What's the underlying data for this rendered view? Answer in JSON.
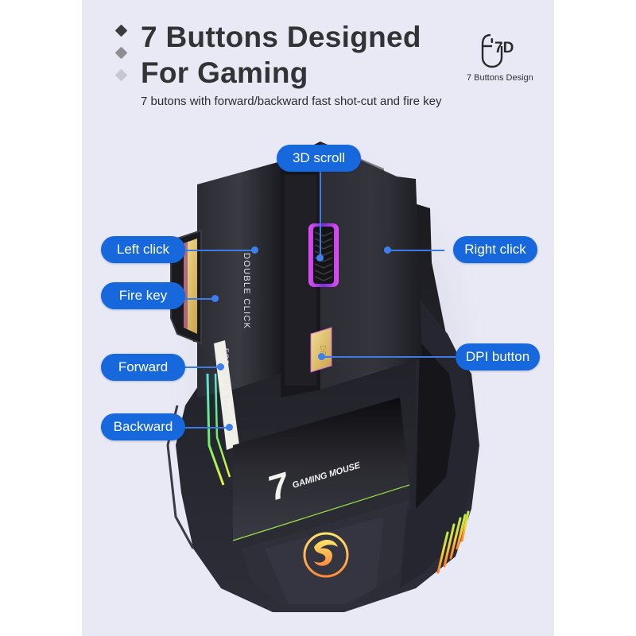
{
  "header": {
    "title_line1": "7 Buttons Designed",
    "title_line2": "For Gaming",
    "subtitle": "7 butons with forward/backward fast shot-cut and fire key",
    "bullet_colors": [
      "#3c3c3e",
      "#8d8d92",
      "#c6c7cf"
    ]
  },
  "badge": {
    "icon": "mouse-7d-icon",
    "icon_text": "7D",
    "label": "7 Buttons Design"
  },
  "product": {
    "name": "7D Gaming Mouse",
    "logo_text": "GAMING MOUSE",
    "logo_number": "7",
    "left_button_print": "DOUBLE CLICK",
    "side_button_print": "FORWARD BACK",
    "dpi_print": "DPI",
    "emblem": "dragon-emblem"
  },
  "callouts": [
    {
      "id": "scroll",
      "label": "3D scroll"
    },
    {
      "id": "left-click",
      "label": "Left click"
    },
    {
      "id": "right-click",
      "label": "Right click"
    },
    {
      "id": "fire-key",
      "label": "Fire key"
    },
    {
      "id": "forward",
      "label": "Forward"
    },
    {
      "id": "dpi",
      "label": "DPI button"
    },
    {
      "id": "backward",
      "label": "Backward"
    }
  ],
  "colors": {
    "background": "#e8e9f4",
    "callout_fill": "#1767dd",
    "callout_line": "#3c7be6",
    "mouse_body": "#1c1c22",
    "scroll_glow": "#c25cf0",
    "gold_button": "#e6c66e"
  }
}
